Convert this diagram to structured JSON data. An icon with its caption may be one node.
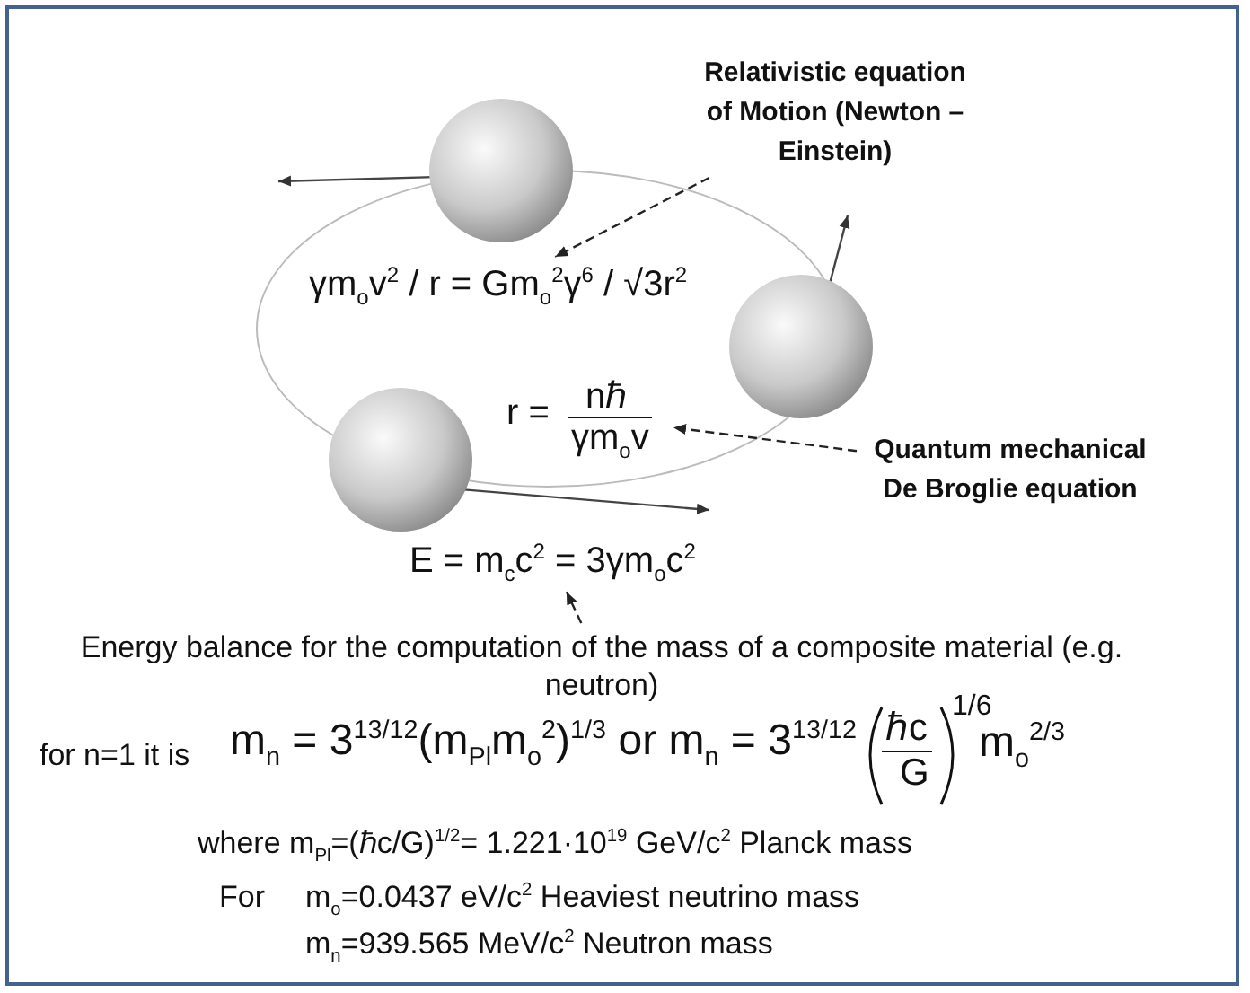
{
  "diagram": {
    "nodes": [
      {
        "text": [
          "Relativistic equation of Motion (Newton – Einstein)"
        ]
      },
      {
        "text": [
          "γm$_{o}$v$^{2}$ / r = Gm$_{o}$$^{2}$γ$^{6}$ / √3r$^{2}$"
        ]
      },
      {
        "text": [
          "r =",
          "nℏ",
          "γm$_{o}$v"
        ]
      },
      {
        "text": [
          "Quantum mechanical De Broglie equation"
        ]
      },
      {
        "text": [
          "E = m$_{c}$c$^{2}$ = 3γm$_{o}$c$^{2}$"
        ]
      },
      {
        "text": [
          "Energy balance for the computation of the mass of a composite material (e.g. neutron)"
        ]
      }
    ],
    "edges": [
      {
        "from": 0,
        "to": 1,
        "arrow": "to",
        "style": "dashed"
      },
      {
        "from": 3,
        "to": 2,
        "arrow": "to",
        "style": "dashed"
      },
      {
        "from": 5,
        "to": 4,
        "arrow": "to",
        "style": "dashed"
      }
    ],
    "labels": [
      "for n=1 it is",
      "m$_{n}$ = 3$^{13/12}$(m$_{Pl}$m$_{o}$$^{2}$)$^{1/3}$ or m$_{n}$ = 3$^{13/12}$",
      "ℏc",
      "G",
      "1/6",
      "m$_{o}$$^{2/3}$",
      "where m$_{Pl}$=(ℏc/G)$^{1/2}$= 1.221·10$^{19}$ GeV/c$^{2}$ Planck mass",
      "For",
      "m$_{o}$=0.0437 eV/c$^{2}$ Heaviest neutrino mass",
      "m$_{n}$=939.565 MeV/c$^{2}$ Neutron mass"
    ]
  }
}
